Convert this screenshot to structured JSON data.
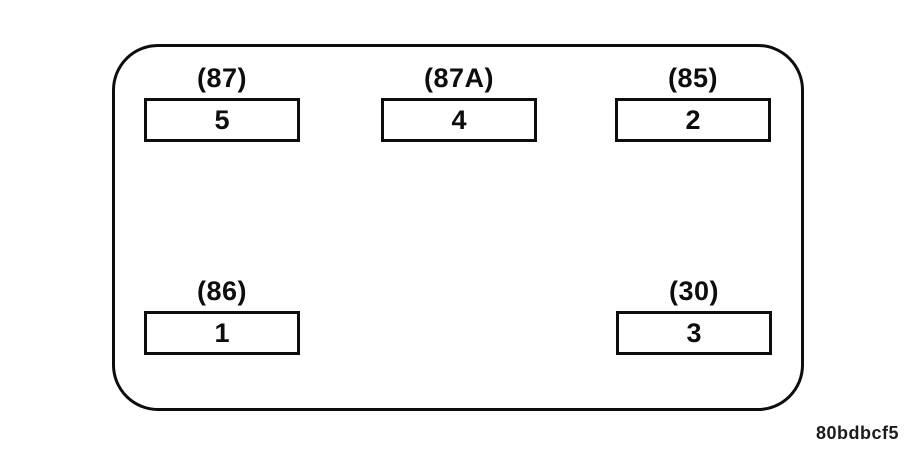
{
  "diagram": {
    "kind": "relay-pinout",
    "terminals": {
      "top": [
        {
          "terminal": "(87)",
          "cavity": "5"
        },
        {
          "terminal": "(87A)",
          "cavity": "4"
        },
        {
          "terminal": "(85)",
          "cavity": "2"
        }
      ],
      "bottom": [
        {
          "terminal": "(86)",
          "cavity": "1"
        },
        {
          "terminal": "(30)",
          "cavity": "3"
        }
      ]
    },
    "figure_code": "80bdbcf5",
    "colors": {
      "line": "#0d0d0d",
      "background": "#ffffff"
    }
  }
}
